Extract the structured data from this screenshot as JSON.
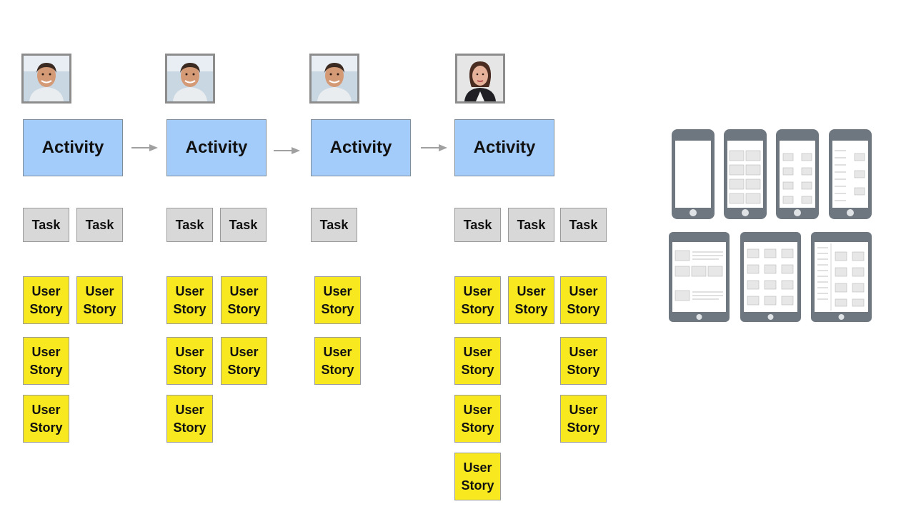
{
  "colors": {
    "activity": "#a4ccfb",
    "task": "#d8d8d8",
    "story": "#f7e81f",
    "device": "#6e7780",
    "arrow": "#a0a0a0"
  },
  "personas": [
    {
      "icon": "male-user-photo"
    },
    {
      "icon": "male-user-photo"
    },
    {
      "icon": "male-user-photo"
    },
    {
      "icon": "female-user-photo"
    }
  ],
  "activities": [
    {
      "label": "Activity"
    },
    {
      "label": "Activity"
    },
    {
      "label": "Activity"
    },
    {
      "label": "Activity"
    }
  ],
  "tasks": [
    "Task",
    "Task",
    "Task",
    "Task",
    "Task",
    "Task",
    "Task",
    "Task"
  ],
  "stories": {
    "line1": "User",
    "line2": "Story"
  },
  "devices": {
    "phones": [
      "phone-blank-screen",
      "phone-grid-screen",
      "phone-grid-screen",
      "phone-list-screen"
    ],
    "tablets": [
      "tablet-list-screen",
      "tablet-grid-screen",
      "tablet-list-grid-screen"
    ]
  }
}
